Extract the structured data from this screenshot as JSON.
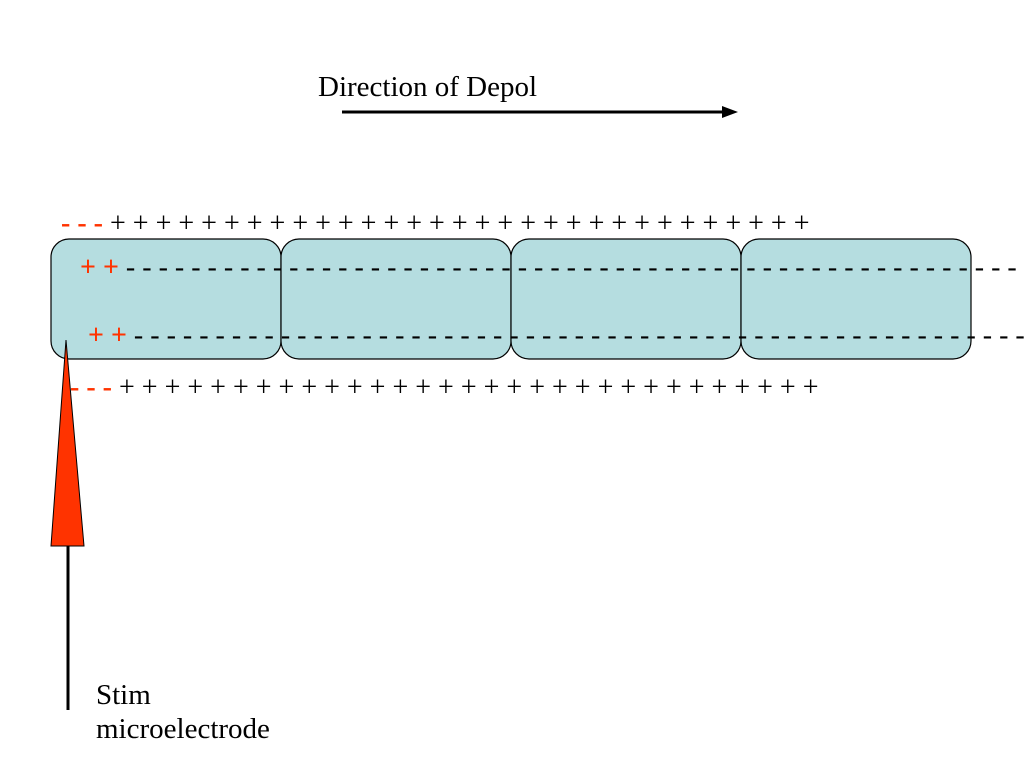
{
  "title": "Direction of Depol",
  "colors": {
    "cell_fill": "#b5dde0",
    "cell_stroke": "#000000",
    "electrode_fill": "#ff3300",
    "red_charge": "#ff3300"
  },
  "rows": {
    "top": {
      "red": "- - -",
      "black": " + + + + + + + + + + + + + + + + + + + + + + + + + + + + + + +"
    },
    "inner_top": {
      "red": "+ +",
      "black": " - - - - - - - - - - - - - - - - - - - - - - - - - - - - - - - - - - - - - - - - - - - - - - - - - - - - - - -"
    },
    "inner_bottom": {
      "red": "+ +",
      "black": " - - - - - - - - - - - - - - - - - - - - - - - - - - - - - - - - - - - - - - - - - - - - - - - - - - - - - - -"
    },
    "bottom": {
      "red": "- - -",
      "black": " + + + + + + + + + + + + + + + + + + + + + + + + + + + + + + +"
    }
  },
  "electrode_label": {
    "line1": "Stim",
    "line2": "microelectrode"
  }
}
